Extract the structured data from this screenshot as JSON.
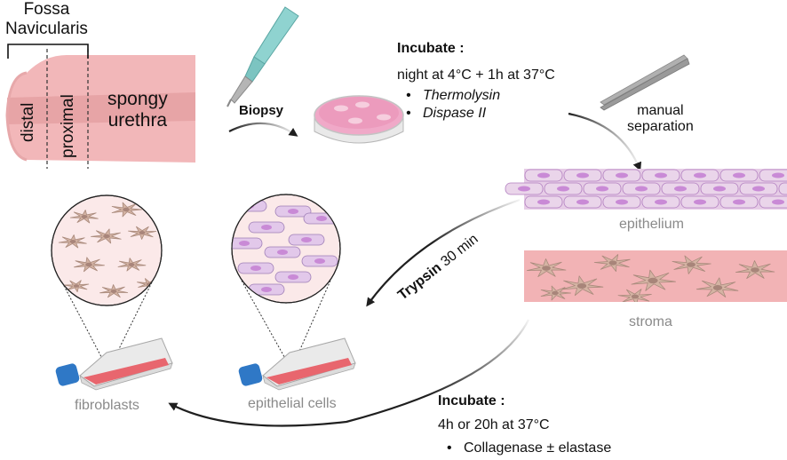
{
  "urethra": {
    "region_label": "Fossa\nNavicularis",
    "distal": "distal",
    "proximal": "proximal",
    "spongy": "spongy\nurethra"
  },
  "steps": {
    "biopsy": "Biopsy",
    "incubate1_title": "Incubate :",
    "incubate1_time": "night at 4°C + 1h at 37°C",
    "incubate1_enzymes": [
      "Thermolysin",
      "Dispase II"
    ],
    "manual_separation": "manual\nseparation",
    "trypsin_bold": "Trypsin",
    "trypsin_rest": " 30 min",
    "incubate2_title": "Incubate :",
    "incubate2_time": "4h or 20h at 37°C",
    "incubate2_enzymes": [
      "Collagenase ± elastase"
    ]
  },
  "tissues": {
    "epithelium": "epithelium",
    "stroma": "stroma"
  },
  "cultures": {
    "fibroblasts": "fibroblasts",
    "epithelial": "epithelial cells"
  },
  "colors": {
    "urethra": "#f2b7b9",
    "urethra_band": "#e39ea0",
    "dish": "#f0a9c8",
    "epithelium": "#e6cce6",
    "nucleus": "#c98ad6",
    "stroma": "#f2b3b5",
    "fibroblast": "#d4b3a3",
    "medium": "#e8666e",
    "cap": "#2f78c6",
    "arrow": "#1f1f1f"
  }
}
